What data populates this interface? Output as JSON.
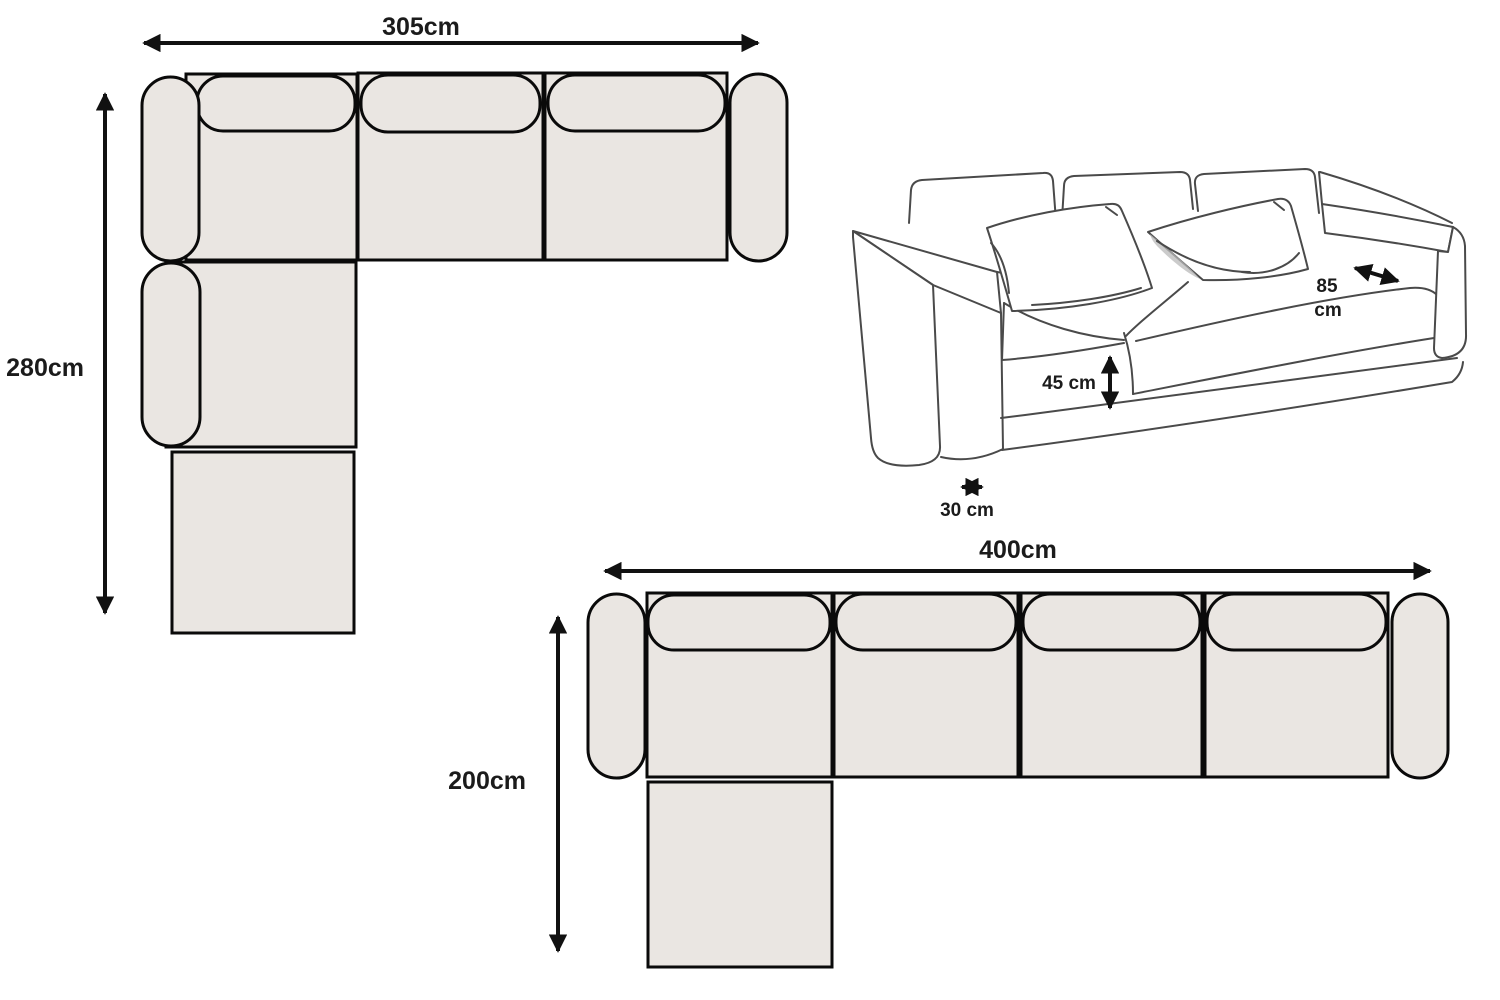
{
  "palette": {
    "background": "#FFFFFF",
    "upholstery_fill": "#EAE6E2",
    "outline": "#0A0A0A",
    "sketch_line": "#4A4A4A",
    "label_color": "#1B1B1B"
  },
  "figures": {
    "sectional_a": {
      "name": "L-shaped sectional sofa, top view",
      "width_label": "305cm",
      "depth_label": "280cm",
      "seat_count": 3
    },
    "sketch": {
      "name": "Three-seat sofa, perspective sketch",
      "seat_depth_value": "85",
      "seat_depth_unit": "cm",
      "seat_height_label": "45 cm",
      "arm_width_label": "30 cm"
    },
    "sectional_b": {
      "name": "Chaise sectional sofa, top view",
      "width_label": "400cm",
      "depth_label": "200cm",
      "seat_count": 4
    }
  }
}
